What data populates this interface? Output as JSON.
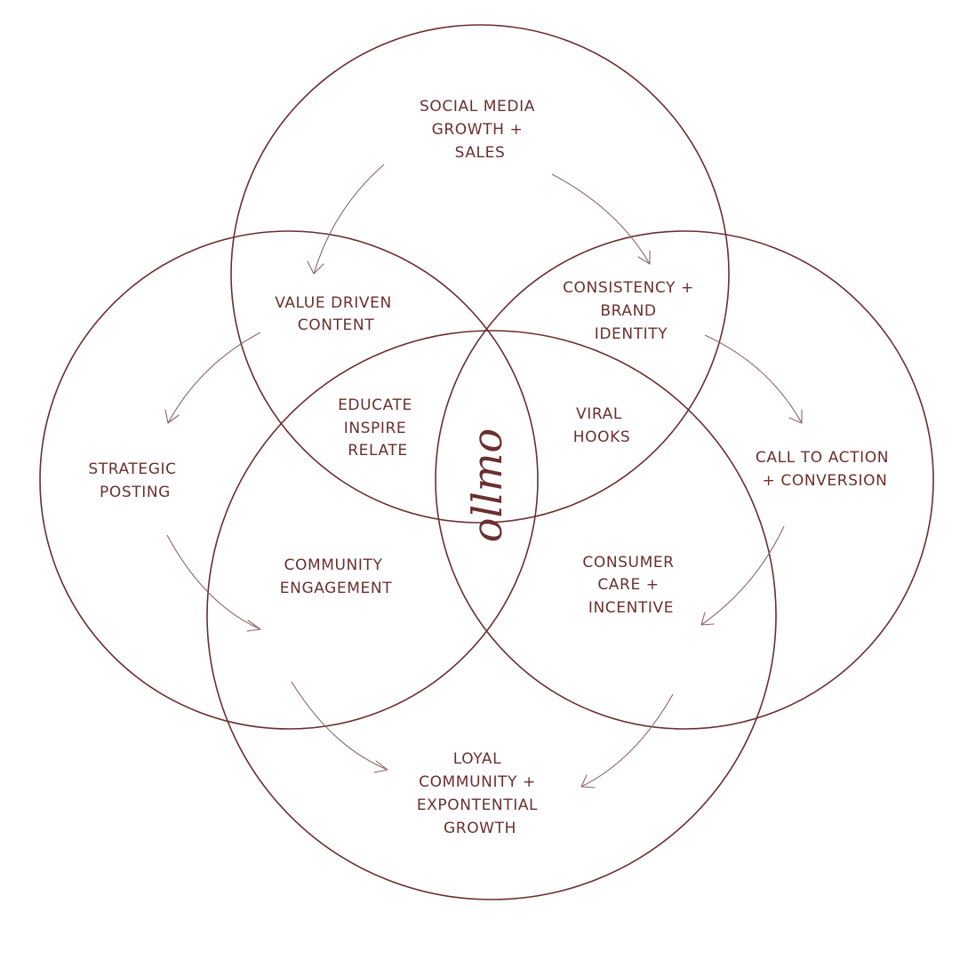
{
  "colors": {
    "ink": "#6b2f2f",
    "arrow": "#8a6666",
    "background": "#ffffff"
  },
  "logo": {
    "text": "ollmo"
  },
  "labels": {
    "top": [
      "SOCIAL MEDIA",
      "GROWTH +",
      "SALES"
    ],
    "value_driven": [
      "VALUE DRIVEN",
      "CONTENT"
    ],
    "consistency": [
      "CONSISTENCY +",
      "BRAND",
      "IDENTITY"
    ],
    "educate": [
      "EDUCATE",
      "INSPIRE",
      "RELATE"
    ],
    "viral": [
      "VIRAL",
      "HOOKS"
    ],
    "strategic": [
      "STRATEGIC",
      "POSTING"
    ],
    "call_to_action": [
      "CALL TO ACTION",
      "+ CONVERSION"
    ],
    "community_engagement": [
      "COMMUNITY",
      "ENGAGEMENT"
    ],
    "consumer_care": [
      "CONSUMER",
      "CARE +",
      "INCENTIVE"
    ],
    "loyal": [
      "LOYAL",
      "COMMUNITY +",
      "EXPONTENTIAL",
      "GROWTH"
    ]
  }
}
